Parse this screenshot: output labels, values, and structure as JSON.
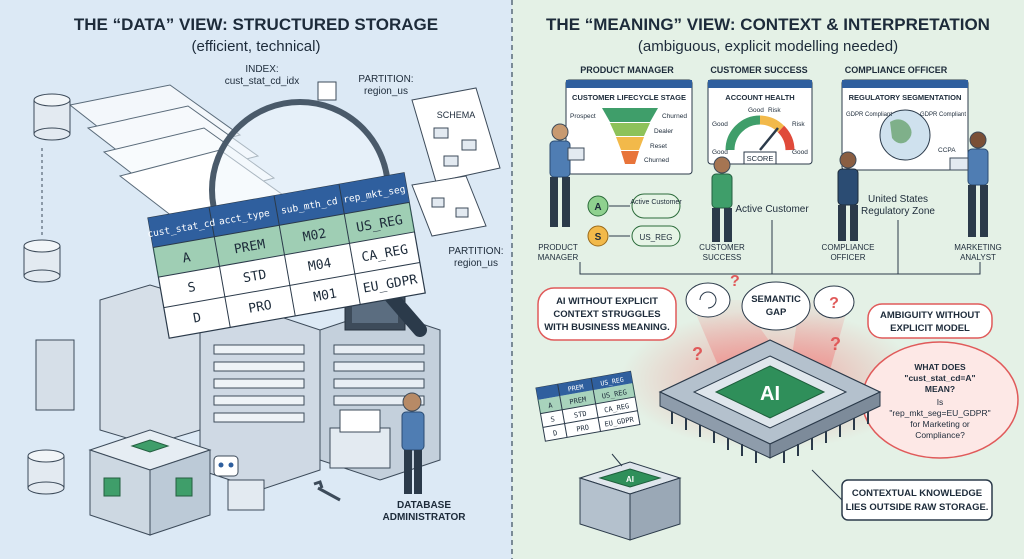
{
  "left": {
    "title": "THE “DATA” VIEW: STRUCTURED STORAGE",
    "subtitle": "(efficient, technical)",
    "index_label": "INDEX:",
    "index_name": "cust_stat_cd_idx",
    "partition_top_label": "PARTITION:",
    "partition_top_value": "region_us",
    "schema_label": "SCHEMA",
    "partition_bottom_label": "PARTITION:",
    "partition_bottom_value": "region_us",
    "table": {
      "headers": [
        "cust_stat_cd",
        "acct_type",
        "sub_mth_cd",
        "rep_mkt_seg"
      ],
      "rows": [
        [
          "A",
          "PREM",
          "M02",
          "US_REG"
        ],
        [
          "S",
          "STD",
          "M04",
          "CA_REG"
        ],
        [
          "D",
          "PRO",
          "M01",
          "EU_GDPR"
        ]
      ]
    },
    "admin_line1": "DATABASE",
    "admin_line2": "ADMINISTRATOR"
  },
  "right": {
    "title": "THE “MEANING” VIEW: CONTEXT & INTERPRETATION",
    "subtitle": "(ambiguous, explicit modelling needed)",
    "panel_pm": {
      "role": "PRODUCT MANAGER",
      "heading": "CUSTOMER LIFECYCLE STAGE",
      "stages": [
        "Prospect",
        "Churned",
        "Dealer",
        "Reset",
        "Churned"
      ]
    },
    "panel_cs": {
      "role": "CUSTOMER SUCCESS",
      "heading": "ACCOUNT HEALTH",
      "labels": [
        "Good",
        "Risk",
        "Good",
        "Risk",
        "Good",
        "Good"
      ],
      "score": "SCORE"
    },
    "panel_co": {
      "role": "COMPLIANCE OFFICER",
      "heading": "REGULATORY SEGMENTATION",
      "labels": [
        "GDPR Compliant",
        "GDPR Compliant",
        "CCPA"
      ]
    },
    "flow_a_code": "A",
    "flow_a_value": "Active Customer",
    "flow_s_code": "S",
    "flow_s_value": "US_REG",
    "cs_meaning": "Active Customer",
    "co_meaning_line1": "United States",
    "co_meaning_line2": "Regulatory Zone",
    "people": {
      "pm_line1": "PRODUCT",
      "pm_line2": "MANAGER",
      "cs_line1": "CUSTOMER",
      "cs_line2": "SUCCESS",
      "co_line1": "COMPLIANCE",
      "co_line2": "OFFICER",
      "ma_line1": "MARKETING",
      "ma_line2": "ANALYST"
    },
    "callout_ai_line1": "AI WITHOUT EXPLICIT",
    "callout_ai_line2": "CONTEXT STRUGGLES",
    "callout_ai_line3": "WITH BUSINESS MEANING.",
    "gap_line1": "SEMANTIC",
    "gap_line2": "GAP",
    "ambiguity_line1": "AMBIGUITY WITHOUT",
    "ambiguity_line2": "EXPLICIT MODEL",
    "question": {
      "q1": "WHAT DOES",
      "q2": "\"cust_stat_cd=A\"",
      "q3": "MEAN?",
      "q4": "Is",
      "q5": "\"rep_mkt_seg=EU_GDPR\"",
      "q6": "for Marketing or",
      "q7": "Compliance?"
    },
    "chip_label": "AI",
    "mini_chip_label": "AI",
    "mini_table": {
      "headers": [
        "PREM",
        "US_REG"
      ],
      "rows": [
        [
          "A",
          "PREM",
          "US_REG"
        ],
        [
          "S",
          "STD",
          "CA_REG"
        ],
        [
          "D",
          "PRO",
          "EU_GDPR"
        ]
      ]
    },
    "context_line1": "CONTEXTUAL KNOWLEDGE",
    "context_line2": "LIES OUTSIDE RAW STORAGE."
  },
  "colors": {
    "left_bg": "#dce9f5",
    "right_bg": "#e4f1e6",
    "table_header": "#2f5f9e",
    "highlight_row": "#3f9e6a",
    "server": "#cfd9e4",
    "chip": "#2f8f5a",
    "red_glow": "#f06a6a"
  }
}
